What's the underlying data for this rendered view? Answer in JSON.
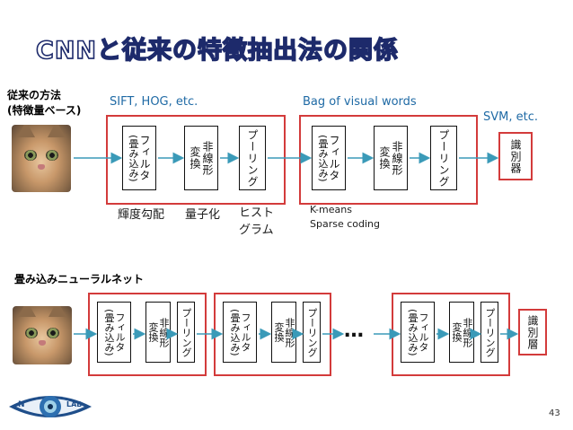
{
  "title": "CNNと従来の特徴抽出法の関係",
  "conventional": {
    "heading_line1": "従来の方法",
    "heading_line2": "(特徴量ベース)",
    "sift_label": "SIFT, HOG, etc.",
    "bow_label": "Bag of visual words",
    "svm_label": "SVM, etc.",
    "blocks": [
      {
        "text": "フィルタ",
        "sub": "(畳み込み)"
      },
      {
        "text": "非線形",
        "sub": "変換"
      },
      {
        "text": "プーリング",
        "sub": ""
      },
      {
        "text": "フィルタ",
        "sub": "(畳み込み)"
      },
      {
        "text": "非線形",
        "sub": "変換"
      },
      {
        "text": "プーリング",
        "sub": ""
      }
    ],
    "classifier": "識別器",
    "captions": {
      "c1": "輝度勾配",
      "c2": "量子化",
      "c3_line1": "ヒスト",
      "c3_line2": "グラム",
      "kmeans": "K-means",
      "sparse": "Sparse coding"
    }
  },
  "cnn": {
    "heading": "畳み込みニューラルネット",
    "blocks": [
      {
        "text": "フィルタ",
        "sub": "(畳み込み)"
      },
      {
        "text": "非線形",
        "sub": "変換"
      },
      {
        "text": "プーリング",
        "sub": ""
      }
    ],
    "ellipsis": "…",
    "classifier": "識別層"
  },
  "footer": {
    "logo_n": "N",
    "logo_lab": "LAB",
    "page": "43"
  }
}
